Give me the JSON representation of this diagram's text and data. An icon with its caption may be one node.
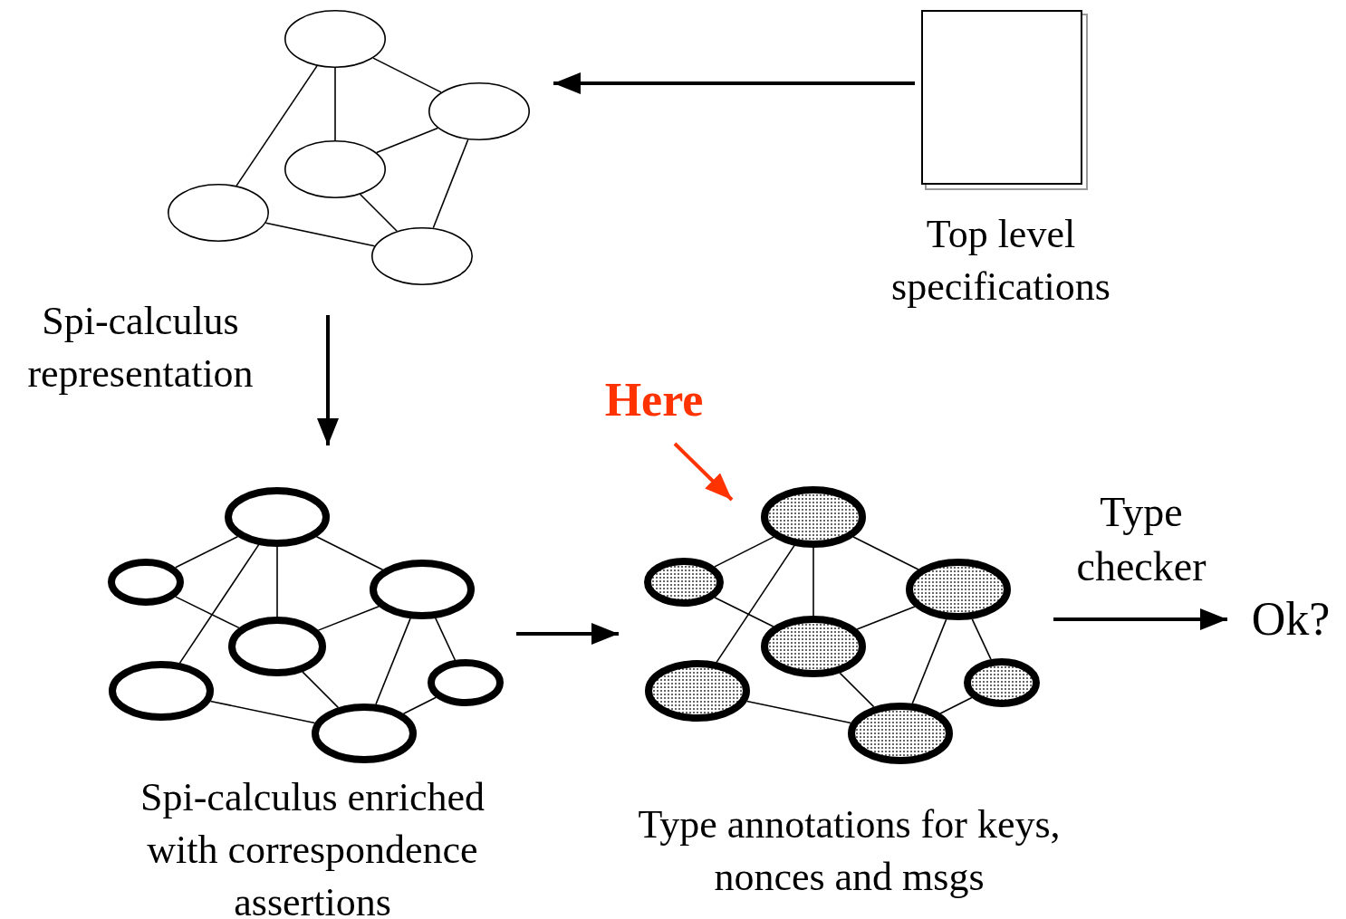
{
  "diagram": {
    "nodes": [
      {
        "text": [],
        "shape": "group",
        "beside": [
          "Spi-calculus representation"
        ]
      },
      {
        "text": [],
        "shape": "ellipse",
        "in": 0
      },
      {
        "text": [],
        "shape": "ellipse",
        "in": 0
      },
      {
        "text": [],
        "shape": "ellipse",
        "in": 0
      },
      {
        "text": [],
        "shape": "ellipse",
        "in": 0
      },
      {
        "text": [],
        "shape": "ellipse",
        "in": 0
      },
      {
        "text": [],
        "shape": "box",
        "beside": [
          "Top level specifications"
        ]
      },
      {
        "text": [],
        "shape": "group",
        "beside": [
          "Spi-calculus enriched with correspondence assertions"
        ]
      },
      {
        "text": [],
        "shape": "ellipse",
        "in": 7
      },
      {
        "text": [],
        "shape": "ellipse",
        "in": 7
      },
      {
        "text": [],
        "shape": "ellipse",
        "in": 7
      },
      {
        "text": [],
        "shape": "ellipse",
        "in": 7
      },
      {
        "text": [],
        "shape": "ellipse",
        "in": 7
      },
      {
        "text": [],
        "shape": "ellipse",
        "in": 7
      },
      {
        "text": [],
        "shape": "ellipse",
        "in": 7
      },
      {
        "text": [],
        "shape": "group",
        "beside": [
          "Type annotations for keys, nonces and msgs"
        ]
      },
      {
        "text": [],
        "shape": "ellipse",
        "in": 15
      },
      {
        "text": [],
        "shape": "ellipse",
        "in": 15
      },
      {
        "text": [],
        "shape": "ellipse",
        "in": 15
      },
      {
        "text": [],
        "shape": "ellipse",
        "in": 15
      },
      {
        "text": [],
        "shape": "ellipse",
        "in": 15
      },
      {
        "text": [],
        "shape": "ellipse",
        "in": 15
      },
      {
        "text": [],
        "shape": "ellipse",
        "in": 15
      },
      {
        "text": [
          "Here"
        ]
      },
      {
        "text": [
          "Ok?"
        ]
      }
    ],
    "edges": [
      {
        "from": 1,
        "to": 2,
        "arrow": "none"
      },
      {
        "from": 1,
        "to": 3,
        "arrow": "none"
      },
      {
        "from": 1,
        "to": 4,
        "arrow": "none"
      },
      {
        "from": 2,
        "to": 3,
        "arrow": "none"
      },
      {
        "from": 2,
        "to": 5,
        "arrow": "none"
      },
      {
        "from": 3,
        "to": 5,
        "arrow": "none"
      },
      {
        "from": 4,
        "to": 5,
        "arrow": "none"
      },
      {
        "from": 8,
        "to": 9,
        "arrow": "none"
      },
      {
        "from": 8,
        "to": 11,
        "arrow": "none"
      },
      {
        "from": 8,
        "to": 12,
        "arrow": "none"
      },
      {
        "from": 8,
        "to": 10,
        "arrow": "none"
      },
      {
        "from": 10,
        "to": 11,
        "arrow": "none"
      },
      {
        "from": 9,
        "to": 11,
        "arrow": "none"
      },
      {
        "from": 11,
        "to": 14,
        "arrow": "none"
      },
      {
        "from": 10,
        "to": 14,
        "arrow": "none"
      },
      {
        "from": 10,
        "to": 13,
        "arrow": "none"
      },
      {
        "from": 12,
        "to": 14,
        "arrow": "none"
      },
      {
        "from": 13,
        "to": 14,
        "arrow": "none"
      },
      {
        "from": 16,
        "to": 17,
        "arrow": "none"
      },
      {
        "from": 16,
        "to": 19,
        "arrow": "none"
      },
      {
        "from": 16,
        "to": 20,
        "arrow": "none"
      },
      {
        "from": 16,
        "to": 18,
        "arrow": "none"
      },
      {
        "from": 18,
        "to": 19,
        "arrow": "none"
      },
      {
        "from": 17,
        "to": 19,
        "arrow": "none"
      },
      {
        "from": 19,
        "to": 22,
        "arrow": "none"
      },
      {
        "from": 18,
        "to": 22,
        "arrow": "none"
      },
      {
        "from": 18,
        "to": 21,
        "arrow": "none"
      },
      {
        "from": 20,
        "to": 22,
        "arrow": "none"
      },
      {
        "from": 21,
        "to": 22,
        "arrow": "none"
      },
      {
        "from": 6,
        "to": 0,
        "arrow": "to",
        "style": "thick"
      },
      {
        "from": 0,
        "to": 7,
        "arrow": "to",
        "style": "thick"
      },
      {
        "from": 7,
        "to": 15,
        "arrow": "to",
        "style": "thick"
      },
      {
        "from": 15,
        "to": 24,
        "arrow": "to",
        "label": "Type checker",
        "style": "thick"
      },
      {
        "from": 23,
        "to": 16,
        "arrow": "to",
        "color": "#ff3300",
        "style": "thick"
      }
    ]
  }
}
